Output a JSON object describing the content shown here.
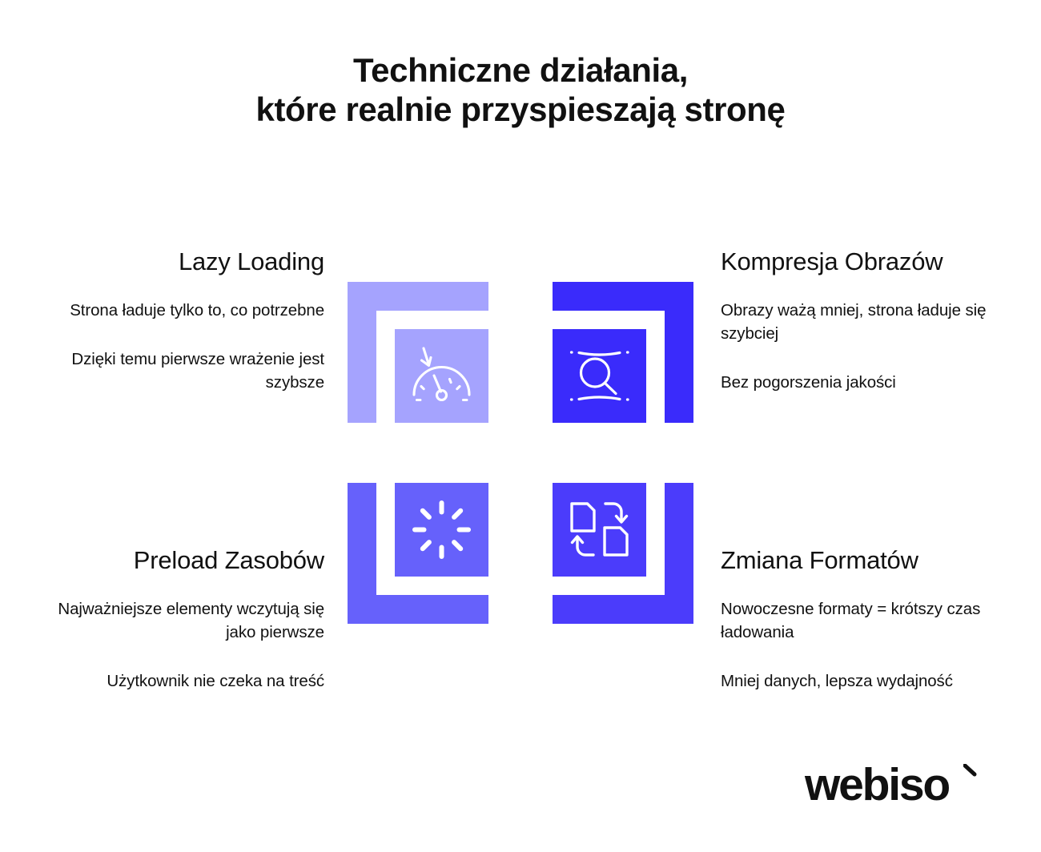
{
  "title": {
    "line1": "Techniczne działania,",
    "line2": "które realnie przyspieszają stronę"
  },
  "colors": {
    "background": "#ffffff",
    "text": "#111111",
    "lavender": "#A5A3FE",
    "indigo": "#6661FB",
    "vivid_blue": "#3A2BFB",
    "icon_stroke": "#ffffff"
  },
  "features": [
    {
      "id": "lazy",
      "title": "Lazy Loading",
      "body1": "Strona ładuje tylko to, co potrzebne",
      "body2": "Dzięki temu pierwsze wrażenie jest szybsze",
      "icon": "gauge-download-icon",
      "align": "right",
      "color": "#A5A3FE",
      "bracket_corner": "top-left"
    },
    {
      "id": "kompresja",
      "title": "Kompresja Obrazów",
      "body1": "Obrazy ważą mniej, strona ładuje się szybciej",
      "body2": "Bez pogorszenia jakości",
      "icon": "magnifier-compress-icon",
      "align": "left",
      "color": "#3A2BFB",
      "bracket_corner": "top-right"
    },
    {
      "id": "preload",
      "title": "Preload Zasobów",
      "body1": "Najważniejsze elementy wczytują się jako pierwsze",
      "body2": "Użytkownik nie czeka na treść",
      "icon": "loading-spinner-icon",
      "align": "right",
      "color": "#6661FB",
      "bracket_corner": "bottom-left"
    },
    {
      "id": "zmiana",
      "title": "Zmiana Formatów",
      "body1": "Nowoczesne formaty = krótszy czas ładowania",
      "body2": "Mniej danych, lepsza wydajność",
      "icon": "file-convert-icon",
      "align": "left",
      "color": "#4B3CFB",
      "bracket_corner": "bottom-right"
    }
  ],
  "logo": {
    "text": "webiso",
    "mark": "tick-accent-icon"
  }
}
